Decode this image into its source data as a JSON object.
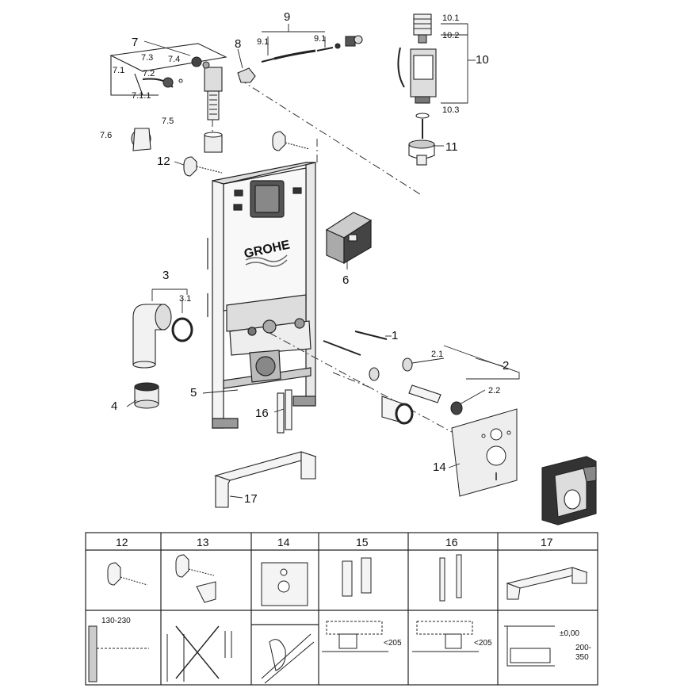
{
  "labels": {
    "l1": "1",
    "l2": "2",
    "l2_1": "2.1",
    "l2_2": "2.2",
    "l3": "3",
    "l3_1": "3.1",
    "l4": "4",
    "l5": "5",
    "l6": "6",
    "l7": "7",
    "l7_1": "7.1",
    "l7_1_1": "7.1.1",
    "l7_2": "7.2",
    "l7_3": "7.3",
    "l7_4": "7.4",
    "l7_5": "7.5",
    "l7_6": "7.6",
    "l8": "8",
    "l9": "9",
    "l9_1a": "9.1",
    "l9_1b": "9.1",
    "l10": "10",
    "l10_1": "10.1",
    "l10_2": "10.2",
    "l10_3": "10.3",
    "l11": "11",
    "l12": "12",
    "l14": "14",
    "l16": "16",
    "l17": "17"
  },
  "brand": "GROHE",
  "table": {
    "headers": [
      "12",
      "13",
      "14",
      "15",
      "16",
      "17"
    ],
    "dims": {
      "d130_230": "130-230",
      "d205a": "<205",
      "d205b": "<205",
      "d000": "±0,00",
      "d200": "200-",
      "d350": "350"
    }
  }
}
